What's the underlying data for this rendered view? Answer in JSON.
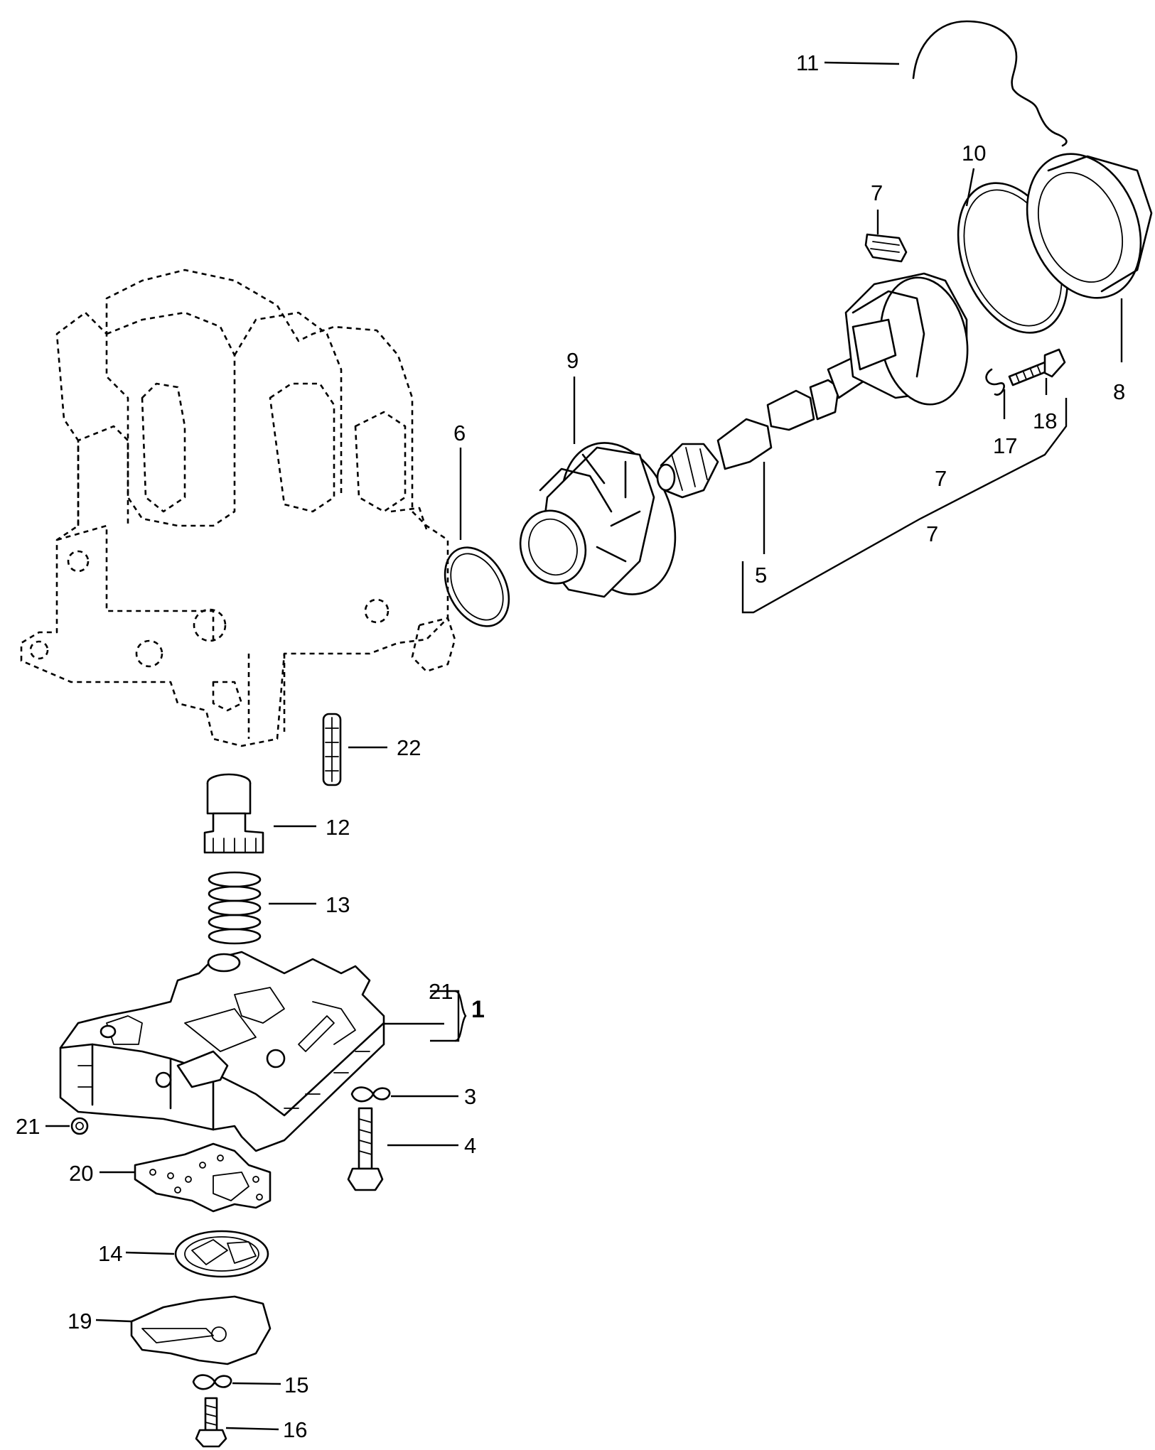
{
  "labels": {
    "l1": "1",
    "l3": "3",
    "l4": "4",
    "l5": "5",
    "l6": "6",
    "l7a": "7",
    "l7b": "7",
    "l7c": "7",
    "l8": "8",
    "l9": "9",
    "l10": "10",
    "l11": "11",
    "l12": "12",
    "l13": "13",
    "l14": "14",
    "l15": "15",
    "l16": "16",
    "l17": "17",
    "l18": "18",
    "l19": "19",
    "l20": "20",
    "l21a": "21",
    "l21b": "21",
    "l22": "22"
  },
  "colors": {
    "ink": "#000000",
    "paper": "#ffffff"
  }
}
